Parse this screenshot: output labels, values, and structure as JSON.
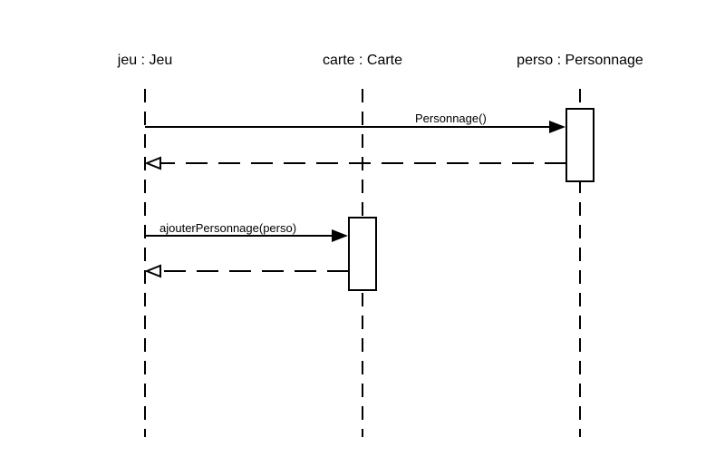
{
  "lifelines": [
    {
      "label": "jeu : Jeu"
    },
    {
      "label": "carte : Carte"
    },
    {
      "label": "perso : Personnage"
    }
  ],
  "messages": [
    {
      "label": "Personnage()",
      "type": "call"
    },
    {
      "label": "",
      "type": "return"
    },
    {
      "label": "ajouterPersonnage(perso)",
      "type": "call"
    },
    {
      "label": "",
      "type": "return"
    }
  ],
  "colors": {
    "stroke": "#000000",
    "background": "#ffffff"
  }
}
